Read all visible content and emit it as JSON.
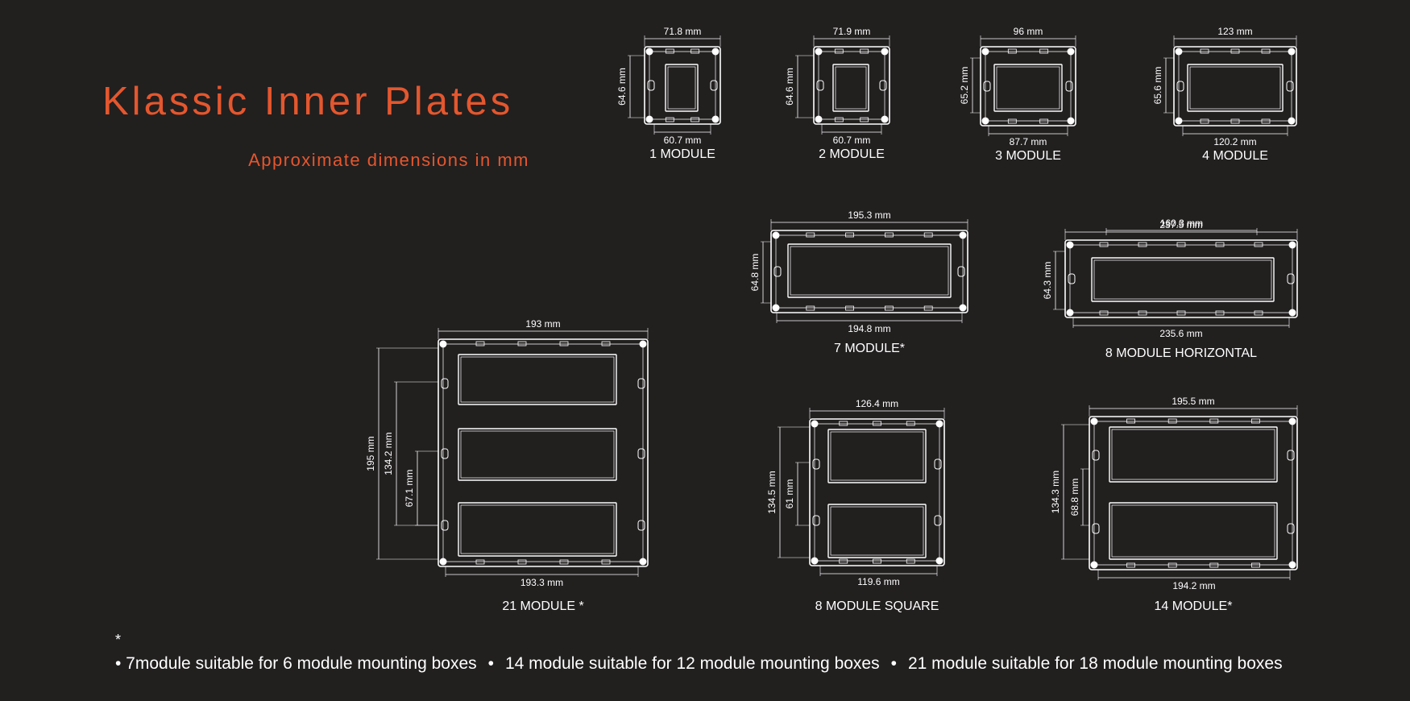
{
  "title": "Klassic Inner Plates",
  "subtitle": "Approximate dimensions in mm",
  "colors": {
    "background": "#221f1f",
    "accent": "#e4572e",
    "line": "#ffffff"
  },
  "plates": [
    {
      "id": "m1",
      "label": "1 MODULE",
      "top": "71.8 mm",
      "bottom": "60.7 mm",
      "left": [
        "64.6 mm"
      ]
    },
    {
      "id": "m2",
      "label": "2 MODULE",
      "top": "71.9 mm",
      "bottom": "60.7 mm",
      "left": [
        "64.6 mm"
      ]
    },
    {
      "id": "m3",
      "label": "3 MODULE",
      "top": "96 mm",
      "bottom": "87.7 mm",
      "left": [
        "65.2 mm"
      ]
    },
    {
      "id": "m4",
      "label": "4 MODULE",
      "top": "123 mm",
      "bottom": "120.2 mm",
      "left": [
        "65.6 mm"
      ]
    },
    {
      "id": "m7",
      "label": "7 MODULE*",
      "top": "195.3 mm",
      "bottom": "194.8 mm",
      "left": [
        "64.8 mm"
      ]
    },
    {
      "id": "m8h",
      "label": "8 MODULE HORIZONTAL",
      "top": "237.5 mm",
      "top2": "160.3 mm",
      "bottom": "235.6 mm",
      "left": [
        "64.3 mm"
      ]
    },
    {
      "id": "m21",
      "label": "21 MODULE *",
      "top": "193 mm",
      "bottom": "193.3 mm",
      "left": [
        "195 mm",
        "134.2 mm",
        "67.1 mm"
      ]
    },
    {
      "id": "m8s",
      "label": "8 MODULE SQUARE",
      "top": "126.4 mm",
      "bottom": "119.6 mm",
      "left": [
        "134.5 mm",
        "61 mm"
      ]
    },
    {
      "id": "m14",
      "label": "14 MODULE*",
      "top": "195.5 mm",
      "bottom": "194.2 mm",
      "left": [
        "134.3 mm",
        "68.8 mm"
      ]
    }
  ],
  "footnote": {
    "star": "*",
    "items": [
      "• 7module suitable for 6 module mounting boxes",
      "•",
      "14 module suitable for 12 module mounting boxes",
      "•",
      "21 module suitable for 18 module mounting boxes"
    ]
  }
}
